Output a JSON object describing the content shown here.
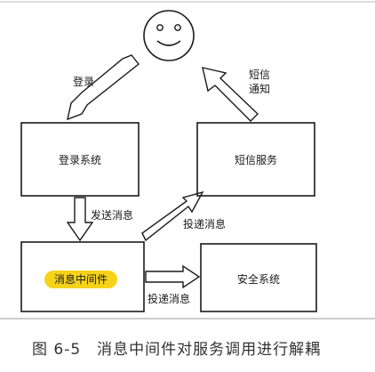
{
  "nodes": {
    "user_face": "",
    "login_system": "登录系统",
    "sms_service": "短信服务",
    "message_middleware": "消息中间件",
    "security_system": "安全系统"
  },
  "edges": {
    "login": "登录",
    "sms_notify_line1": "短信",
    "sms_notify_line2": "通知",
    "send_message": "发送消息",
    "deliver_message_to_sms": "投递消息",
    "deliver_message_to_security": "投递消息"
  },
  "caption": {
    "number": "图 6-5",
    "text": "消息中间件对服务调用进行解耦"
  },
  "colors": {
    "highlight": "#F6D21A",
    "line": "#1a1a1a",
    "rule": "#999999"
  }
}
